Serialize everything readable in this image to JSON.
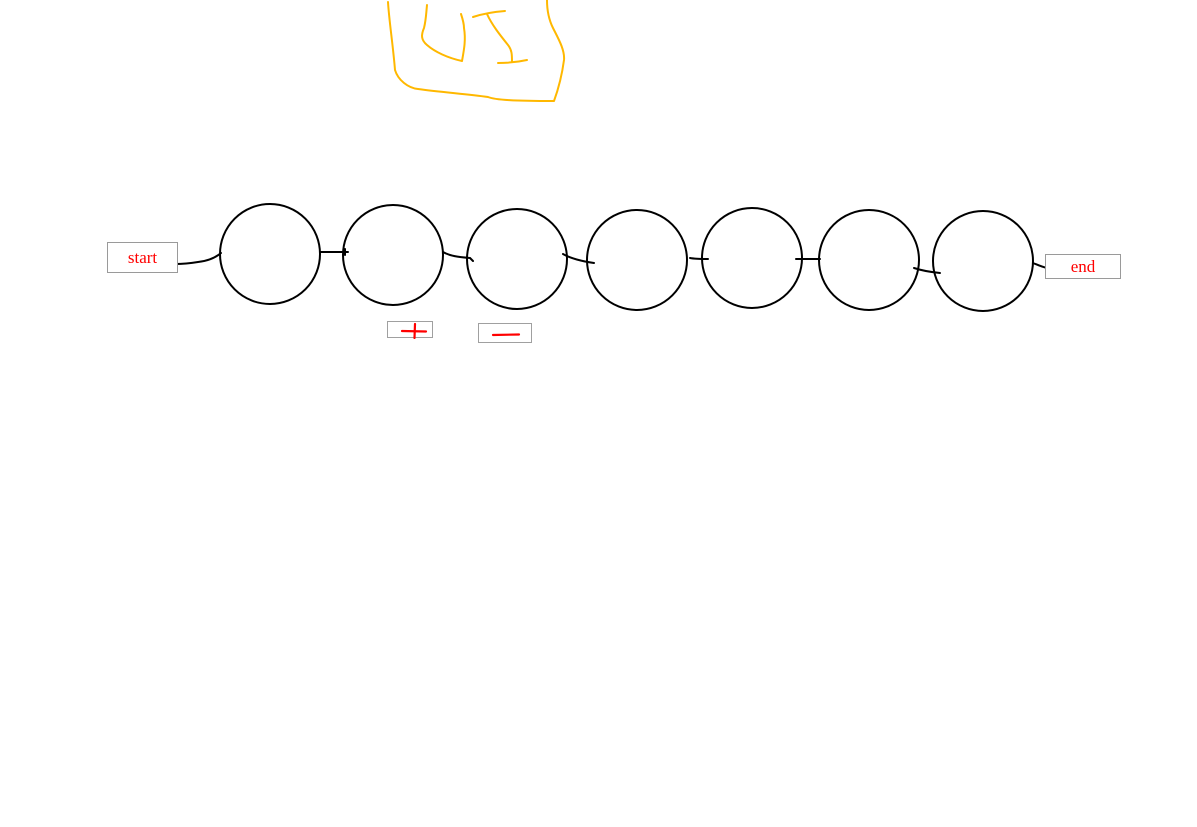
{
  "diagram": {
    "start_label": "start",
    "end_label": "end",
    "node_count": 7,
    "add_icon": "plus-icon",
    "remove_icon": "minus-icon",
    "colors": {
      "node_stroke": "#000000",
      "label_text": "#ff0000",
      "sketch": "#ffb800",
      "box_border": "#9a9a9a"
    }
  }
}
